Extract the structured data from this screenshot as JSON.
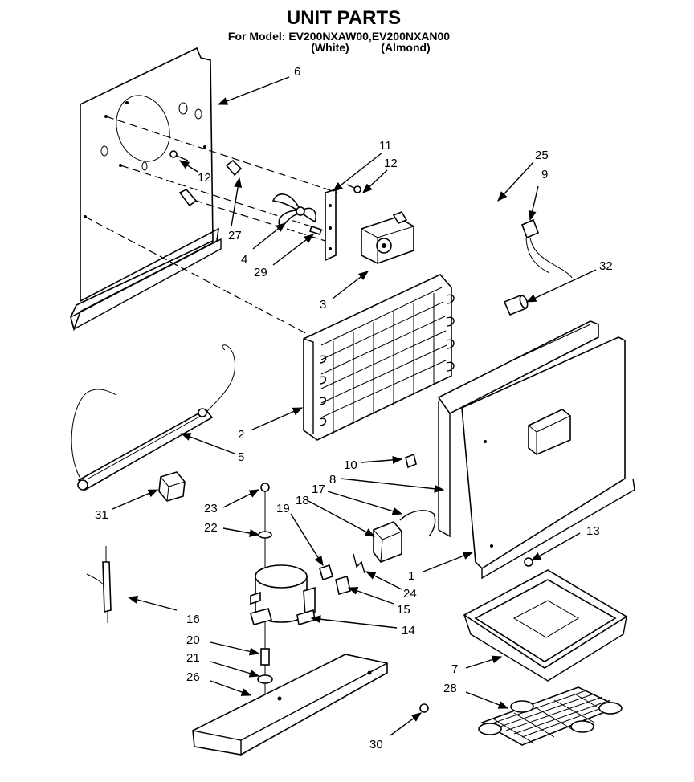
{
  "header": {
    "title": "UNIT PARTS",
    "model_line": "For Model: EV200NXAW00,EV200NXAN00",
    "variant_white": "(White)",
    "variant_almond": "(Almond)"
  },
  "part_labels": {
    "p1": "1",
    "p2": "2",
    "p3": "3",
    "p4": "4",
    "p5": "5",
    "p6": "6",
    "p7": "7",
    "p8": "8",
    "p9": "9",
    "p10": "10",
    "p11": "11",
    "p12a": "12",
    "p12b": "12",
    "p13": "13",
    "p14": "14",
    "p15": "15",
    "p16": "16",
    "p17": "17",
    "p18": "18",
    "p19": "19",
    "p20": "20",
    "p21": "21",
    "p22": "22",
    "p23": "23",
    "p24": "24",
    "p25": "25",
    "p26": "26",
    "p27": "27",
    "p28": "28",
    "p29": "29",
    "p30": "30",
    "p31": "31",
    "p32": "32"
  }
}
